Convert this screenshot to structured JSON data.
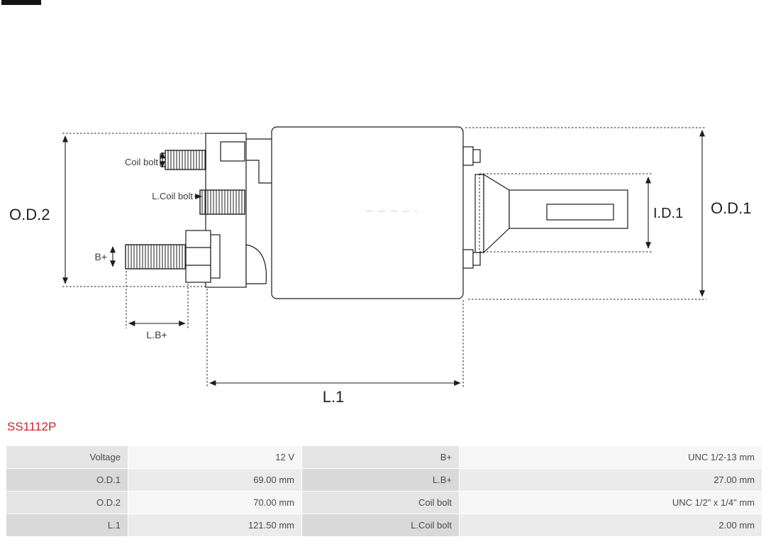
{
  "accent_color": "#c9252c",
  "part_number": "SS1112P",
  "diagram": {
    "labels": {
      "od2": "O.D.2",
      "od1": "O.D.1",
      "id1": "I.D.1",
      "l1": "L.1",
      "lb": "L.B+",
      "b": "B+",
      "coil_bolt": "Coil bolt",
      "l_coil_bolt": "L.Coil bolt"
    }
  },
  "table": {
    "rows": [
      [
        "Voltage",
        "12 V",
        "B+",
        "UNC 1/2-13 mm"
      ],
      [
        "O.D.1",
        "69.00 mm",
        "L.B+",
        "27.00 mm"
      ],
      [
        "O.D.2",
        "70.00 mm",
        "Coil bolt",
        "UNC 1/2\" x 1/4\" mm"
      ],
      [
        "L.1",
        "121.50 mm",
        "L.Coil bolt",
        "2.00 mm"
      ]
    ]
  }
}
